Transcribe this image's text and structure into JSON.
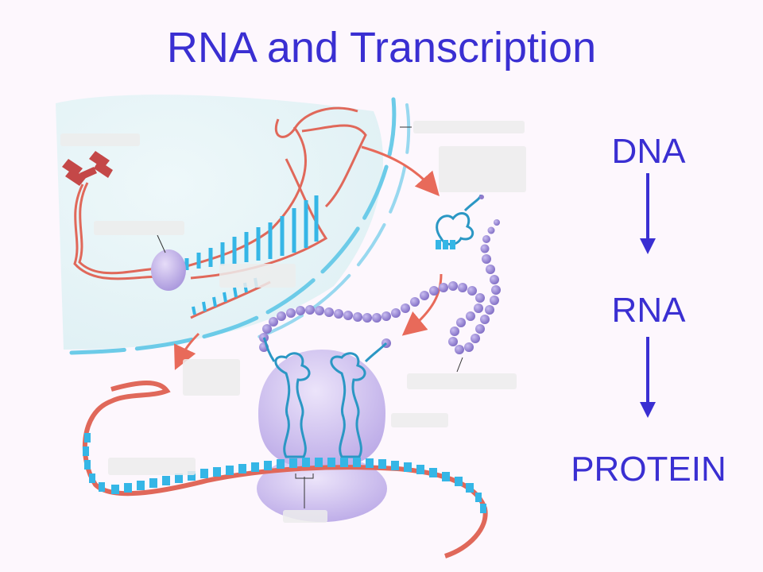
{
  "title": "RNA and Transcription",
  "flow": {
    "steps": [
      "DNA",
      "RNA",
      "PROTEIN"
    ]
  },
  "colors": {
    "title": "#3a2fd2",
    "arrow": "#3a2fd2",
    "dna_strand": "#e0685a",
    "rna_bases": "#35b6e6",
    "amino_acid": "#9a86d4",
    "ribosome": "#c9b8ec",
    "nucleus": "#e4f3f6",
    "membrane": "#6ccbe8"
  }
}
